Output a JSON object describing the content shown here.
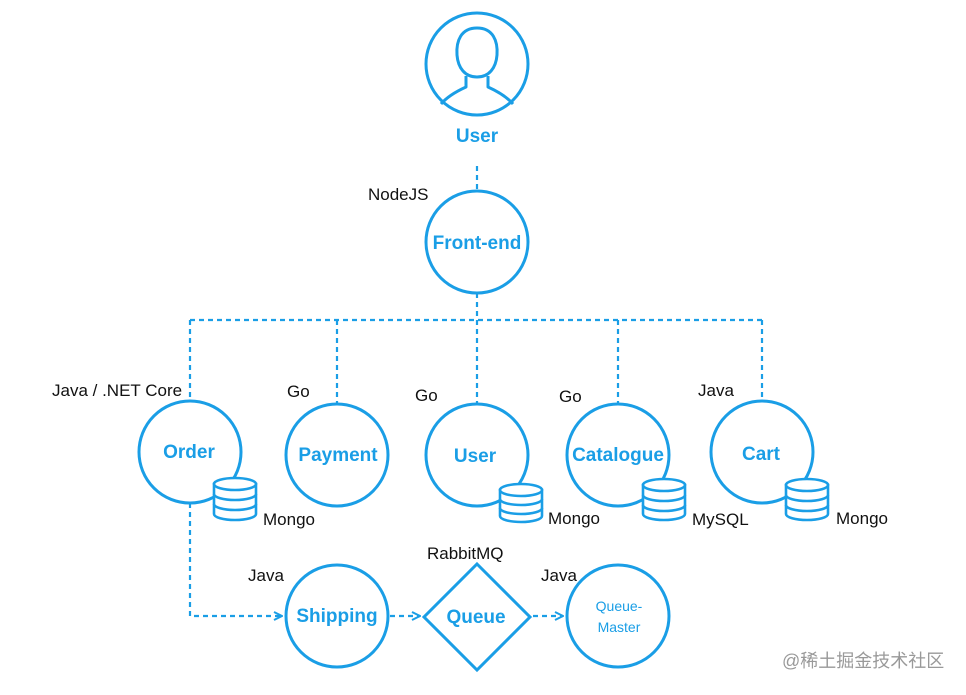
{
  "colors": {
    "accent": "#1a9ee6",
    "text": "#111111",
    "watermark": "#999999"
  },
  "nodes": {
    "user_top": "User",
    "frontend": "Front-end",
    "order": "Order",
    "payment": "Payment",
    "user_svc": "User",
    "catalogue": "Catalogue",
    "cart": "Cart",
    "shipping": "Shipping",
    "queue": "Queue",
    "queue_master_1": "Queue-",
    "queue_master_2": "Master"
  },
  "tech": {
    "frontend": "NodeJS",
    "order": "Java / .NET Core",
    "payment": "Go",
    "user": "Go",
    "catalogue": "Go",
    "cart": "Java",
    "shipping": "Java",
    "queue": "RabbitMQ",
    "queue_master": "Java"
  },
  "databases": {
    "order": "Mongo",
    "user": "Mongo",
    "catalogue": "MySQL",
    "cart": "Mongo"
  },
  "icons": {
    "user_avatar": "person-silhouette-icon",
    "database": "database-icon"
  },
  "watermark": "@稀土掘金技术社区"
}
